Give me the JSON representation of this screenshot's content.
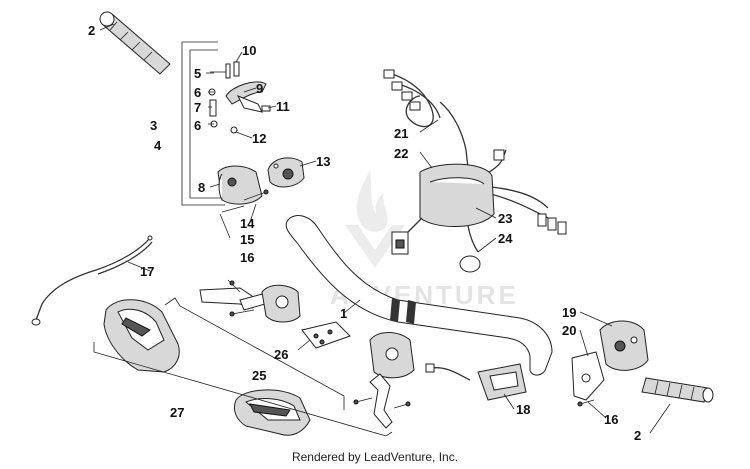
{
  "diagram": {
    "watermark": "ADVENTURE",
    "credit": "Rendered by LeadVenture, Inc.",
    "callouts": {
      "c2a": "2",
      "c2b": "2",
      "c3": "3",
      "c4": "4",
      "c5": "5",
      "c6a": "6",
      "c6b": "6",
      "c7": "7",
      "c8": "8",
      "c9": "9",
      "c10": "10",
      "c11": "11",
      "c12": "12",
      "c13": "13",
      "c14": "14",
      "c15": "15",
      "c16a": "16",
      "c16b": "16",
      "c17": "17",
      "c1": "1",
      "c18": "18",
      "c19": "19",
      "c20": "20",
      "c21": "21",
      "c22": "22",
      "c23": "23",
      "c24": "24",
      "c25": "25",
      "c26": "26",
      "c27": "27"
    }
  }
}
